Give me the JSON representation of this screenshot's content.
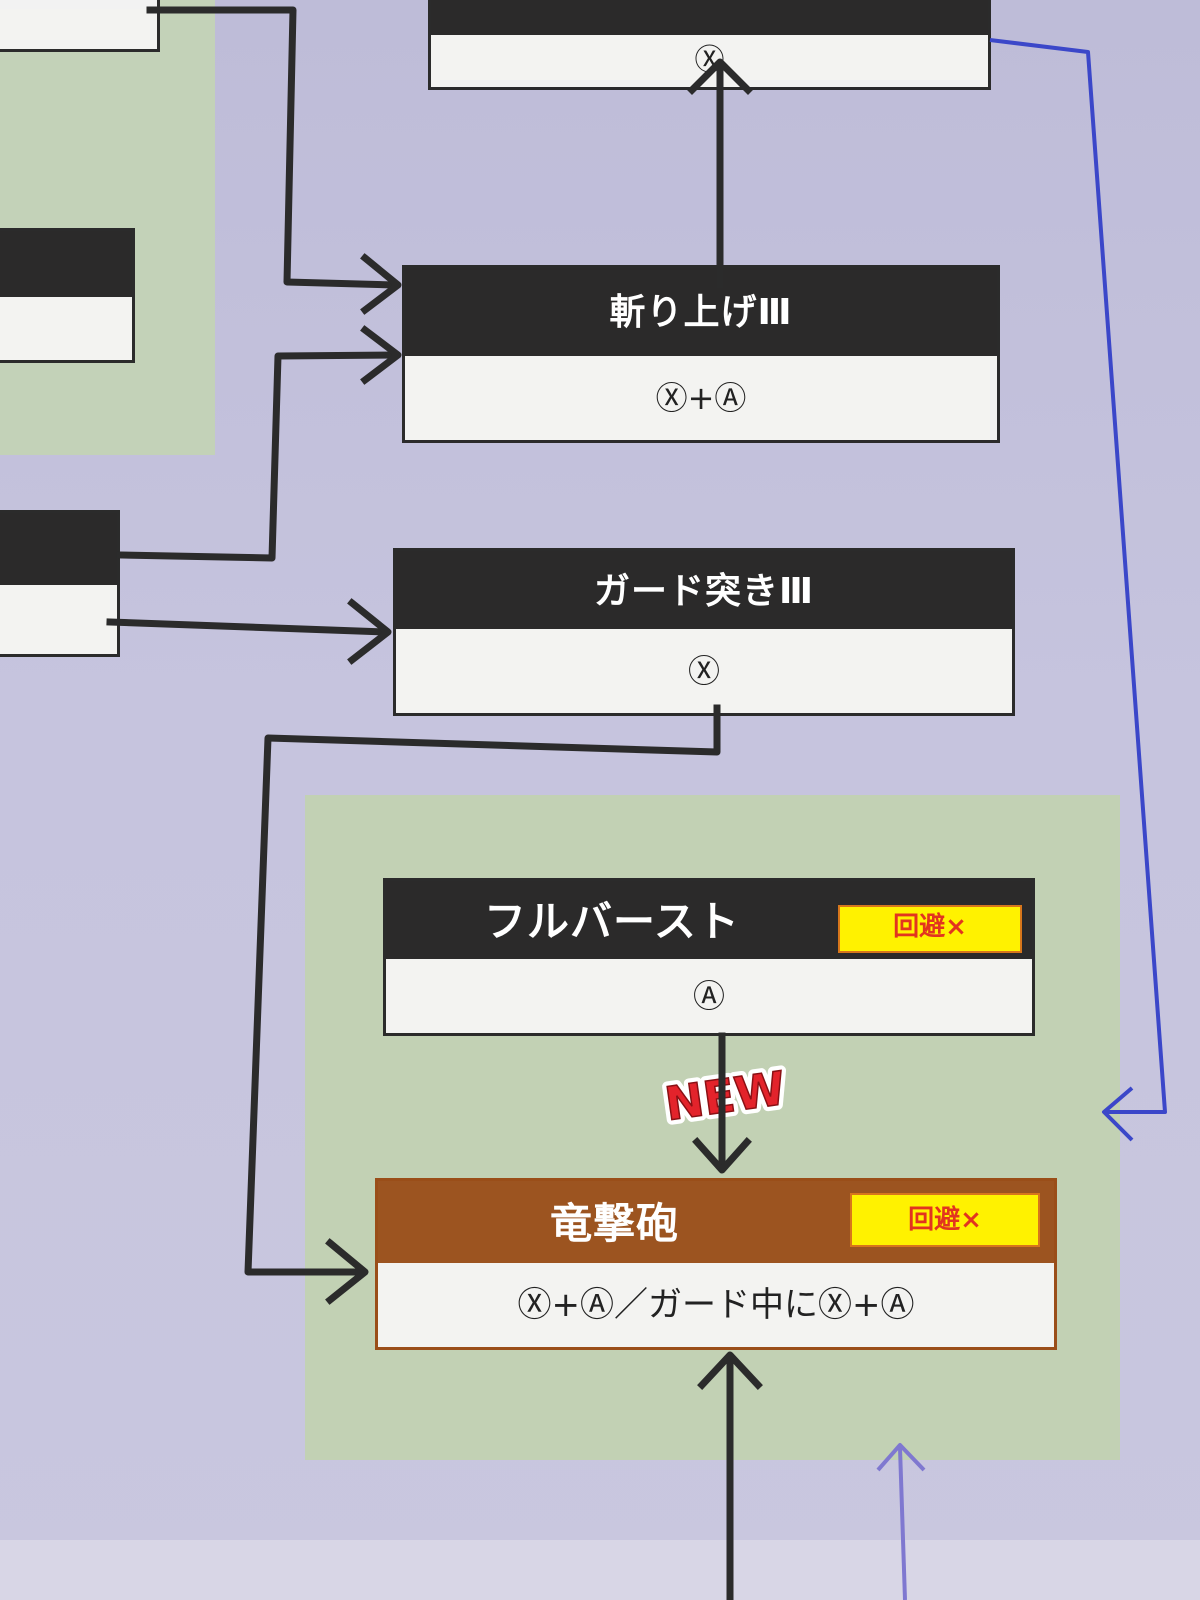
{
  "nodes": {
    "top_node": {
      "input": "Ⓧ"
    },
    "kiriage": {
      "title": "斬り上げⅢ",
      "input": "Ⓧ+Ⓐ"
    },
    "guard_tsuki": {
      "title": "ガード突きⅢ",
      "input": "Ⓧ"
    },
    "full_burst": {
      "title": "フルバースト",
      "badge": "回避×",
      "input": "Ⓐ"
    },
    "ryugekiho": {
      "title": "竜撃砲",
      "badge": "回避×",
      "input": "Ⓧ+Ⓐ／ガード中にⓍ+Ⓐ"
    }
  },
  "new_label": "NEW",
  "colors": {
    "background": "#c4c2dc",
    "zone_green": "#c2d1b4",
    "node_header": "#2b2a2a",
    "highlight_header": "#9c5420",
    "badge_fill": "#fff200",
    "badge_text": "#e2341f",
    "blue_connector": "#3b47c9",
    "arrow": "#2b2b2b"
  }
}
